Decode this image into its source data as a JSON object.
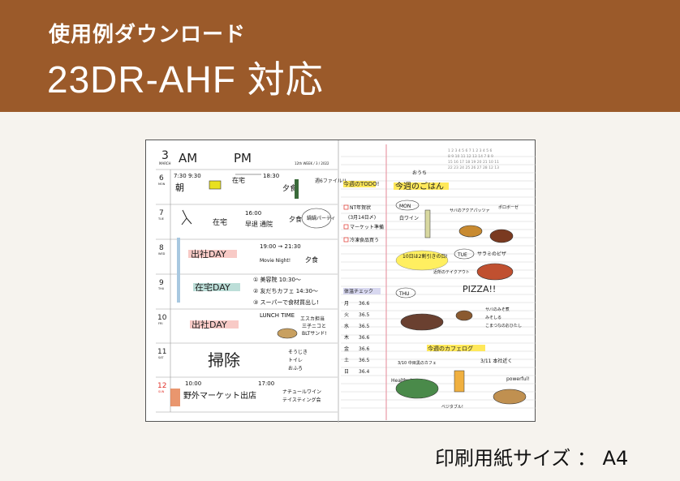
{
  "header": {
    "subtitle": "使用例ダウンロード",
    "title": "23DR-AHF 対応"
  },
  "footer": {
    "paper_size": "印刷用紙サイズ ： A4"
  },
  "sample": {
    "month_num": "3",
    "month_name": "MARCH",
    "am": "AM",
    "pm": "PM",
    "week": "12th WEEK / 3 / 2022",
    "days": [
      {
        "num": "6",
        "dow": "MON"
      },
      {
        "num": "7",
        "dow": "TUE"
      },
      {
        "num": "8",
        "dow": "WED"
      },
      {
        "num": "9",
        "dow": "THU"
      },
      {
        "num": "10",
        "dow": "FRI"
      },
      {
        "num": "11",
        "dow": "SAT"
      },
      {
        "num": "12",
        "dow": "SUN"
      }
    ],
    "entries": {
      "d6": [
        "7:30 9:30",
        "朝",
        "在宅",
        "18:30",
        "夕食",
        "週6ファイル!!"
      ],
      "d7": [
        "在宅",
        "16:00",
        "早退",
        "通院",
        "夕食",
        "鍋鍋パーティ"
      ],
      "d8": [
        "出社DAY",
        "19:00 → 21:30",
        "Movie Night!",
        "夕食"
      ],
      "d9": [
        "在宅DAY",
        "① 美容院 10:30〜",
        "② 友だちカフェ 14:30〜",
        "③ スーパーで食材買出し!"
      ],
      "d10": [
        "出社DAY",
        "LUNCH TIME",
        "エスカ担当",
        "三子ニコと",
        "BLTサンド!"
      ],
      "d11": [
        "掃除",
        "そうじき",
        "トイレ",
        "おふろ"
      ],
      "d12": [
        "10:00",
        "野外マーケット出店",
        "17:00",
        "ナチュールワイン",
        "テイスティング会"
      ]
    },
    "right": {
      "todo_title": "今週のTODO!",
      "todo": [
        "NT年賀状",
        "(3月14日〆)",
        "マーケット準備",
        "冷凍食品買う"
      ],
      "note": "10日は2割引きの日!",
      "health_title": "体温チェック",
      "temps": [
        {
          "d": "月",
          "v": "36.6"
        },
        {
          "d": "火",
          "v": "36.5"
        },
        {
          "d": "水",
          "v": "36.5"
        },
        {
          "d": "木",
          "v": "36.6"
        },
        {
          "d": "金",
          "v": "36.6"
        },
        {
          "d": "土",
          "v": "36.5"
        },
        {
          "d": "日",
          "v": "36.4"
        }
      ],
      "gohan_title": "今週のごはん",
      "ouchi": "おうち",
      "mon": "MON",
      "mon_wine": "白ワイン",
      "mon_food": "サバのアクアパッツァ",
      "mon_food2": "ポロボーゼ",
      "tue": "TUE",
      "tue_food": "サラミのピザ",
      "tue_shop": "近所のテイクアウト",
      "pizza": "PIZZA!!",
      "thu": "THU",
      "thu_food": "サバのみそ煮",
      "thu_food2": "みそしる",
      "thu_food3": "こまつなのおひたし",
      "cafe_title": "今週のカフェログ",
      "cafe1": "3/10 中目黒のカフェ",
      "cafe2": "3/11 本社近く",
      "healthy": "Healthy!",
      "powerful": "powerful!",
      "veg": "ベジタブル!"
    }
  },
  "colors": {
    "brown": "#9b5a2a",
    "red": "#e0322a",
    "pink_line": "#e89aa6",
    "yellow": "#ffe85a"
  }
}
